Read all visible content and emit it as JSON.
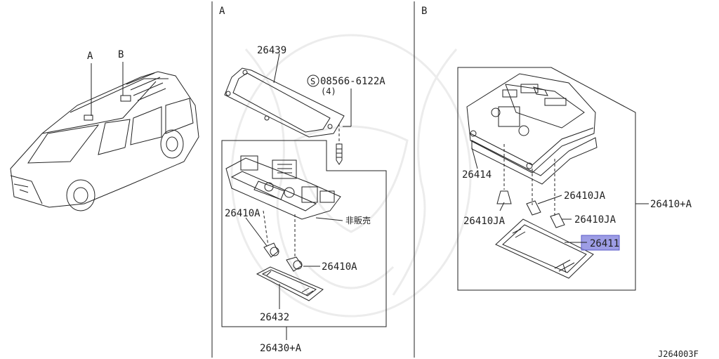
{
  "diagram_id": "J264003F",
  "sections": {
    "a_title": "A",
    "b_title": "B"
  },
  "overview": {
    "callout_a": "A",
    "callout_b": "B"
  },
  "section_a": {
    "gasket": "26439",
    "screw": "08566-6122A",
    "screw_circle": "S",
    "screw_qty": "(4)",
    "bulb_left": "26410A",
    "not_for_sale": "非販売",
    "bulb_right": "26410A",
    "lens": "26432",
    "assembly": "26430+A"
  },
  "section_b": {
    "housing": "26414",
    "bulb_1": "26410JA",
    "bulb_2": "26410JA",
    "bulb_3": "26410JA",
    "lens": "26411",
    "assembly": "26410+A"
  },
  "highlight": {
    "part": "26411",
    "color": "#8c8ce0"
  }
}
